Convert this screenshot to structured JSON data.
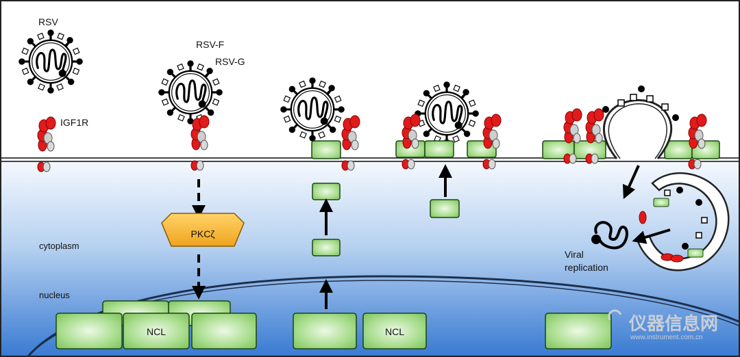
{
  "labels": {
    "rsv": "RSV",
    "rsv_f": "RSV-F",
    "rsv_g": "RSV-G",
    "igf1r": "IGF1R",
    "pkc": "PKCζ",
    "cytoplasm": "cytoplasm",
    "nucleus": "nucleus",
    "ncl_1": "NCL",
    "ncl_2": "NCL",
    "viral_replication_line1": "Viral",
    "viral_replication_line2": "replication"
  },
  "watermark": {
    "main": "仪器信息网",
    "url": "www.instrument.com.cn"
  },
  "colors": {
    "cell_gradient_top": "#ffffff",
    "cell_gradient_bottom": "#3d7fd6",
    "ncl_green": "#8fd173",
    "ncl_green_light": "#e6f7de",
    "receptor_red": "#e01b1b",
    "pkc_orange": "#f4b32e",
    "membrane": "#555555"
  }
}
